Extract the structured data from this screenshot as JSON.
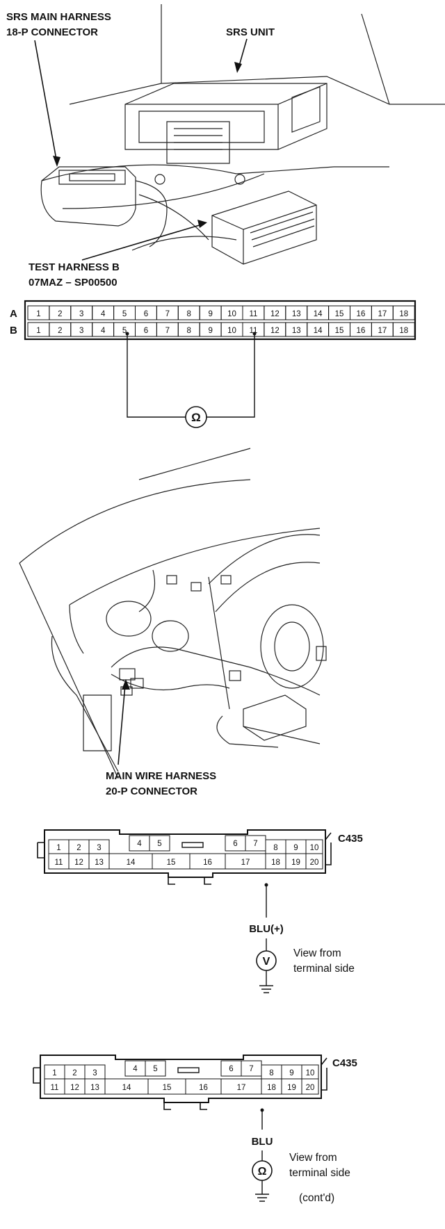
{
  "figure1": {
    "srs_main_harness_line1": "SRS MAIN HARNESS",
    "srs_main_harness_line2": "18-P CONNECTOR",
    "srs_unit": "SRS UNIT",
    "test_harness_line1": "TEST HARNESS B",
    "test_harness_line2": "07MAZ – SP00500"
  },
  "breakout_box": {
    "row_a_label": "A",
    "row_b_label": "B",
    "pins": [
      "1",
      "2",
      "3",
      "4",
      "5",
      "6",
      "7",
      "8",
      "9",
      "10",
      "11",
      "12",
      "13",
      "14",
      "15",
      "16",
      "17",
      "18"
    ],
    "meter_symbol": "Ω"
  },
  "figure2": {
    "main_wire_harness_line1": "MAIN WIRE HARNESS",
    "main_wire_harness_line2": "20-P CONNECTOR"
  },
  "connector1": {
    "name": "C435",
    "top_row": [
      "1",
      "2",
      "3",
      "4",
      "5",
      "6",
      "7",
      "8",
      "9",
      "10"
    ],
    "bottom_row": [
      "11",
      "12",
      "13",
      "14",
      "15",
      "16",
      "17",
      "18",
      "19",
      "20"
    ],
    "wire_label": "BLU(+)",
    "meter_symbol": "V",
    "view_line1": "View from",
    "view_line2": "terminal side"
  },
  "connector2": {
    "name": "C435",
    "top_row": [
      "1",
      "2",
      "3",
      "4",
      "5",
      "6",
      "7",
      "8",
      "9",
      "10"
    ],
    "bottom_row": [
      "11",
      "12",
      "13",
      "14",
      "15",
      "16",
      "17",
      "18",
      "19",
      "20"
    ],
    "wire_label": "BLU",
    "meter_symbol": "Ω",
    "view_line1": "View from",
    "view_line2": "terminal side",
    "contd": "(cont'd)"
  }
}
